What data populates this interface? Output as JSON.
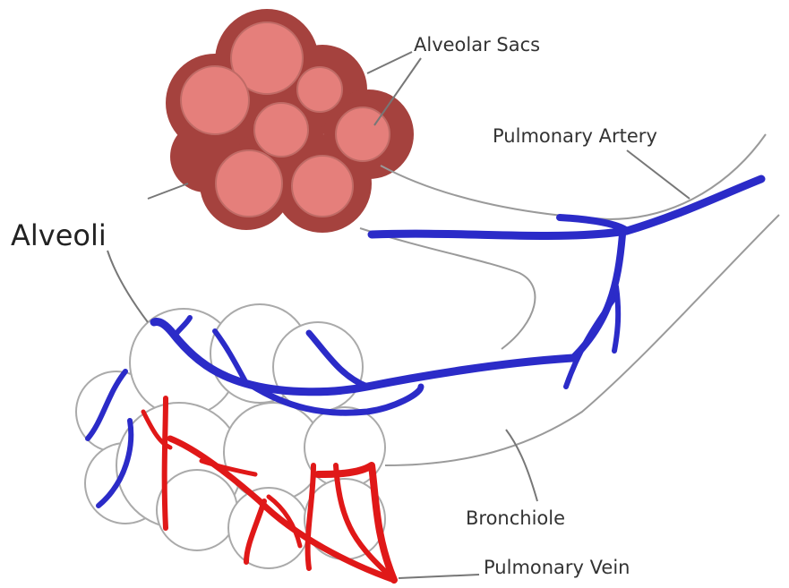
{
  "labels": {
    "alveolar_sacs": "Alveolar Sacs",
    "pulmonary_artery": "Pulmonary Artery",
    "alveoli": "Alveoli",
    "bronchiole": "Bronchiole",
    "pulmonary_vein": "Pulmonary Vein"
  },
  "colors": {
    "sac_outer": "#a5423e",
    "sac_inner": "#e57f7b",
    "artery": "#2b2bc8",
    "vein": "#e01818",
    "outline": "#9a9a9a",
    "leader": "#777777"
  }
}
